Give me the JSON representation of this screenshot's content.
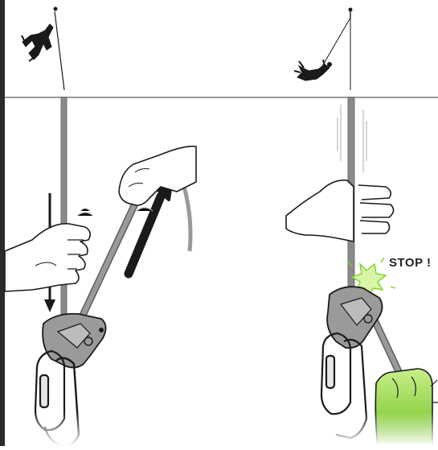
{
  "labels": {
    "stop": "STOP !"
  },
  "colors": {
    "ink": "#1a1a1a",
    "rope": "#8a8a8a",
    "device": "#9a9a9a",
    "hand_fill": "#ffffff",
    "accent_green": "#7ed321",
    "accent_green_dark": "#4e9a1a",
    "motion_gray": "#bbbbbb"
  },
  "icons": [
    "climber-silhouette",
    "falling-climber-silhouette",
    "anchor-bolt",
    "belay-device",
    "carabiner",
    "belay-hand",
    "brake-hand",
    "up-arrow",
    "down-arrow",
    "burst-icon"
  ]
}
